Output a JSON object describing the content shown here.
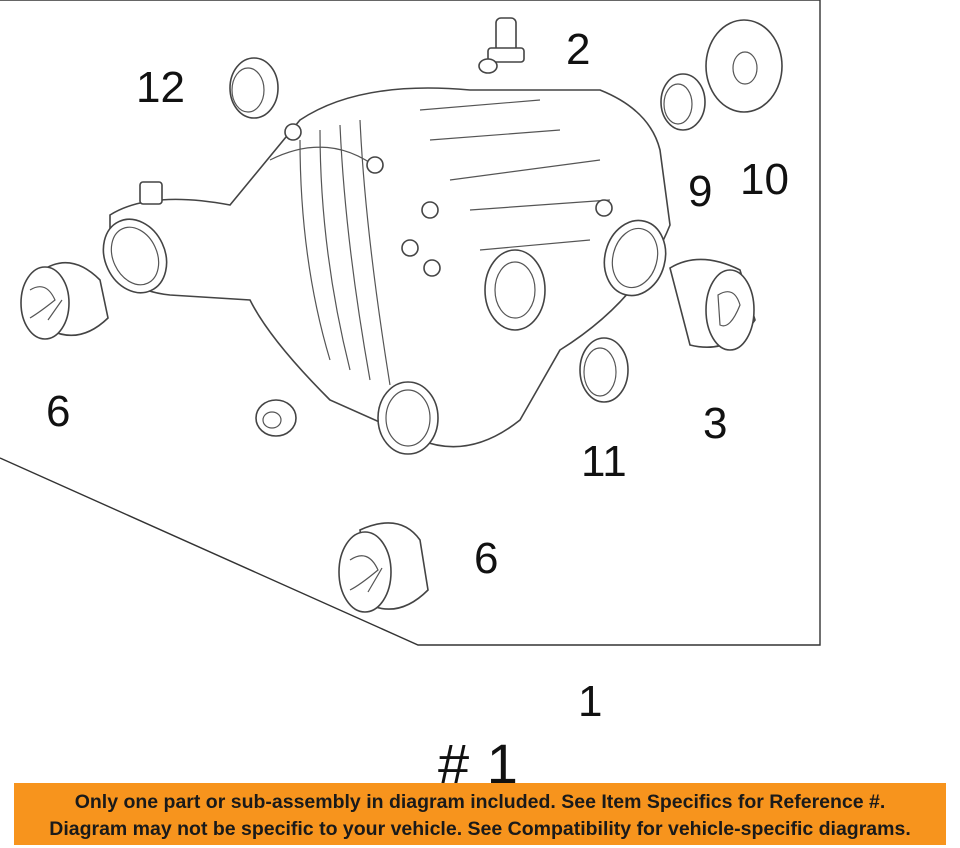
{
  "callouts": {
    "n2": "2",
    "n12": "12",
    "n9": "9",
    "n10": "10",
    "n6a": "6",
    "n3": "3",
    "n11": "11",
    "n6b": "6",
    "n1": "1"
  },
  "reference_label": "# 1",
  "banner": {
    "line1": "Only one part or sub-assembly in diagram included. See Item Specifics for Reference #.",
    "line2": "Diagram may not be specific to your vehicle. See Compatibility for vehicle-specific diagrams.",
    "background_color": "#f7941d"
  },
  "icons": {
    "housing": "differential-housing-icon",
    "bushing": "bushing-icon",
    "seal": "seal-ring-icon",
    "washer": "washer-icon",
    "sensor": "sensor-icon",
    "plug": "drain-plug-icon"
  }
}
